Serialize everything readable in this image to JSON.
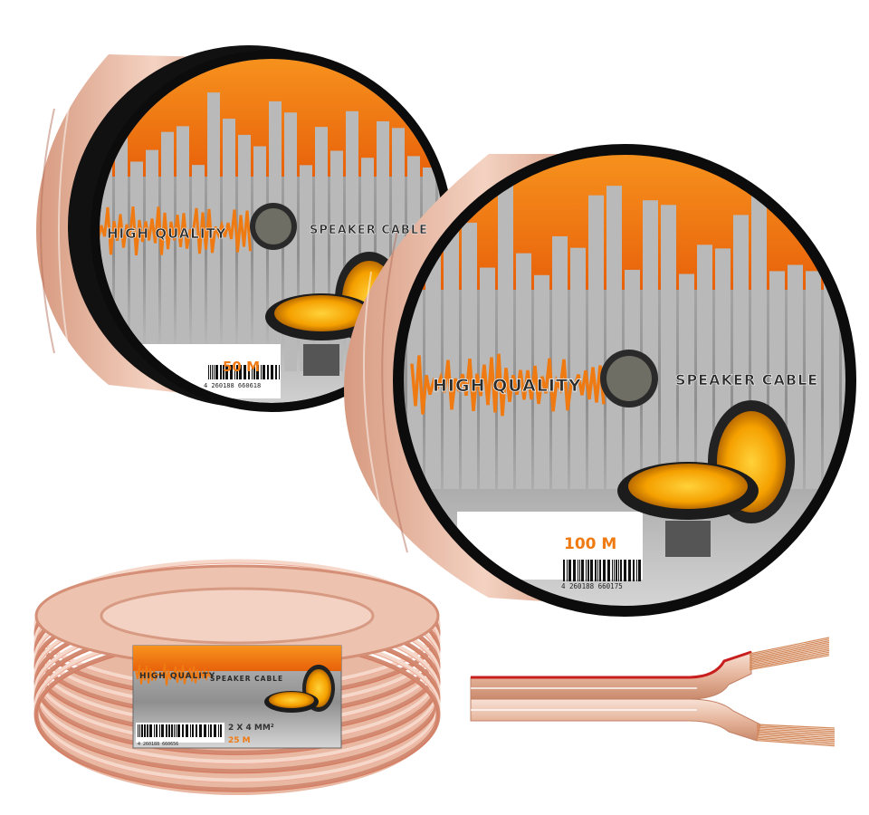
{
  "products": {
    "spool_small": {
      "brand_left": "HIGH QUALITY",
      "brand_right": "SPEAKER CABLE",
      "length": "50 M",
      "barcode": "4 260188 660618"
    },
    "spool_large": {
      "brand_left": "HIGH QUALITY",
      "brand_right": "SPEAKER CABLE",
      "length": "100 M",
      "barcode": "4 260188 660175"
    },
    "coil": {
      "brand_left": "HIGH QUALITY",
      "brand_right": "SPEAKER CABLE",
      "spec": "2 X 4 MM²",
      "length": "25 M",
      "barcode": "4 260188 660656"
    }
  },
  "colors": {
    "orange": "#f07a12",
    "label_gray": "#9a9a9a",
    "copper": "#e8b49a",
    "red_stripe": "#c81e1e",
    "rim": "#1a1a1a"
  }
}
